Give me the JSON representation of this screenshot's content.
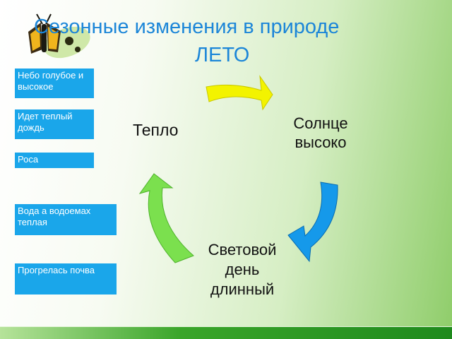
{
  "title": {
    "line1": "Сезонные  изменения в природе",
    "line2": "ЛЕТО"
  },
  "boxes": [
    "Небо голубое и высокое",
    "Идет теплый дождь",
    "Роса",
    "Вода а водоемах теплая",
    "Прогрелась почва"
  ],
  "cycle": {
    "warm": "Тепло",
    "sun": "Солнце высоко",
    "day": "Световой день длинный"
  },
  "colors": {
    "title": "#1c86d8",
    "box": "#1aa6ea",
    "arrow_yellow": "#f3f300",
    "arrow_blue": "#1599ea",
    "arrow_green": "#7be04e"
  },
  "icons": [
    "butterfly-icon"
  ]
}
